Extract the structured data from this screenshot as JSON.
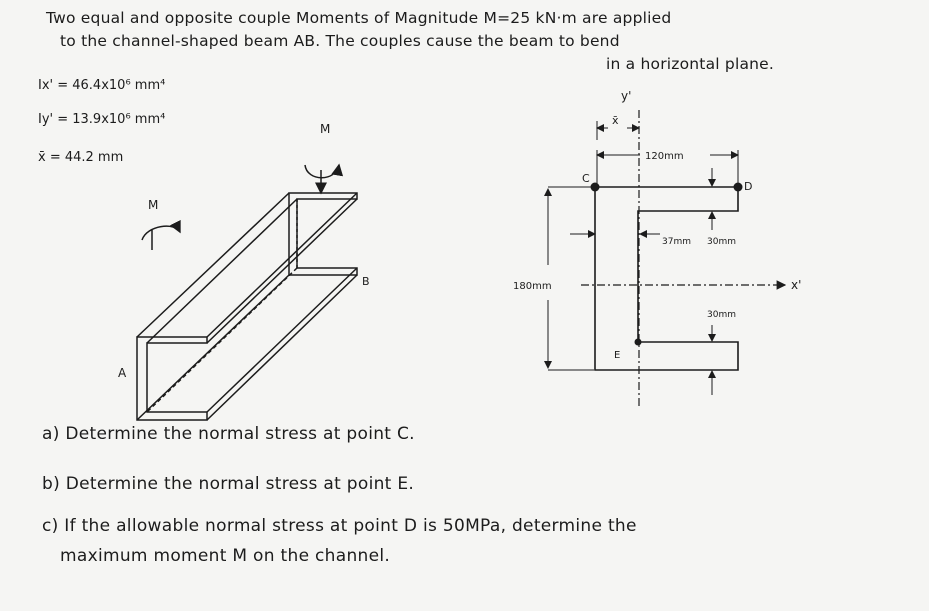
{
  "problem": {
    "line1": "Two equal and opposite couple Moments of Magnitude M=25 kN·m are applied",
    "line2": "to the channel-shaped beam AB. The couples cause the beam to bend",
    "line3": "in a horizontal plane."
  },
  "given": {
    "ix": "Ix' = 46.4x10⁶ mm⁴",
    "iy": "Iy' = 13.9x10⁶ mm⁴",
    "xbar": "x̄ = 44.2 mm"
  },
  "beam_sketch": {
    "label_m_top": "M",
    "label_m_left": "M",
    "label_a": "A",
    "label_b": "B"
  },
  "cross_section": {
    "y_axis": "y'",
    "x_axis": "x'",
    "xbar_label": "x̄",
    "point_c": "C",
    "point_d": "D",
    "point_e": "E",
    "dim_width": "120mm",
    "dim_height": "180mm",
    "dim_web": "37mm",
    "dim_flange_top": "30mm",
    "dim_flange_bottom": "30mm"
  },
  "questions": {
    "a": "a) Determine the normal stress at point C.",
    "b": "b) Determine the normal stress at point E.",
    "c1": "c) If the allowable normal stress at point D is 50MPa, determine the",
    "c2": "maximum moment M on the channel."
  }
}
